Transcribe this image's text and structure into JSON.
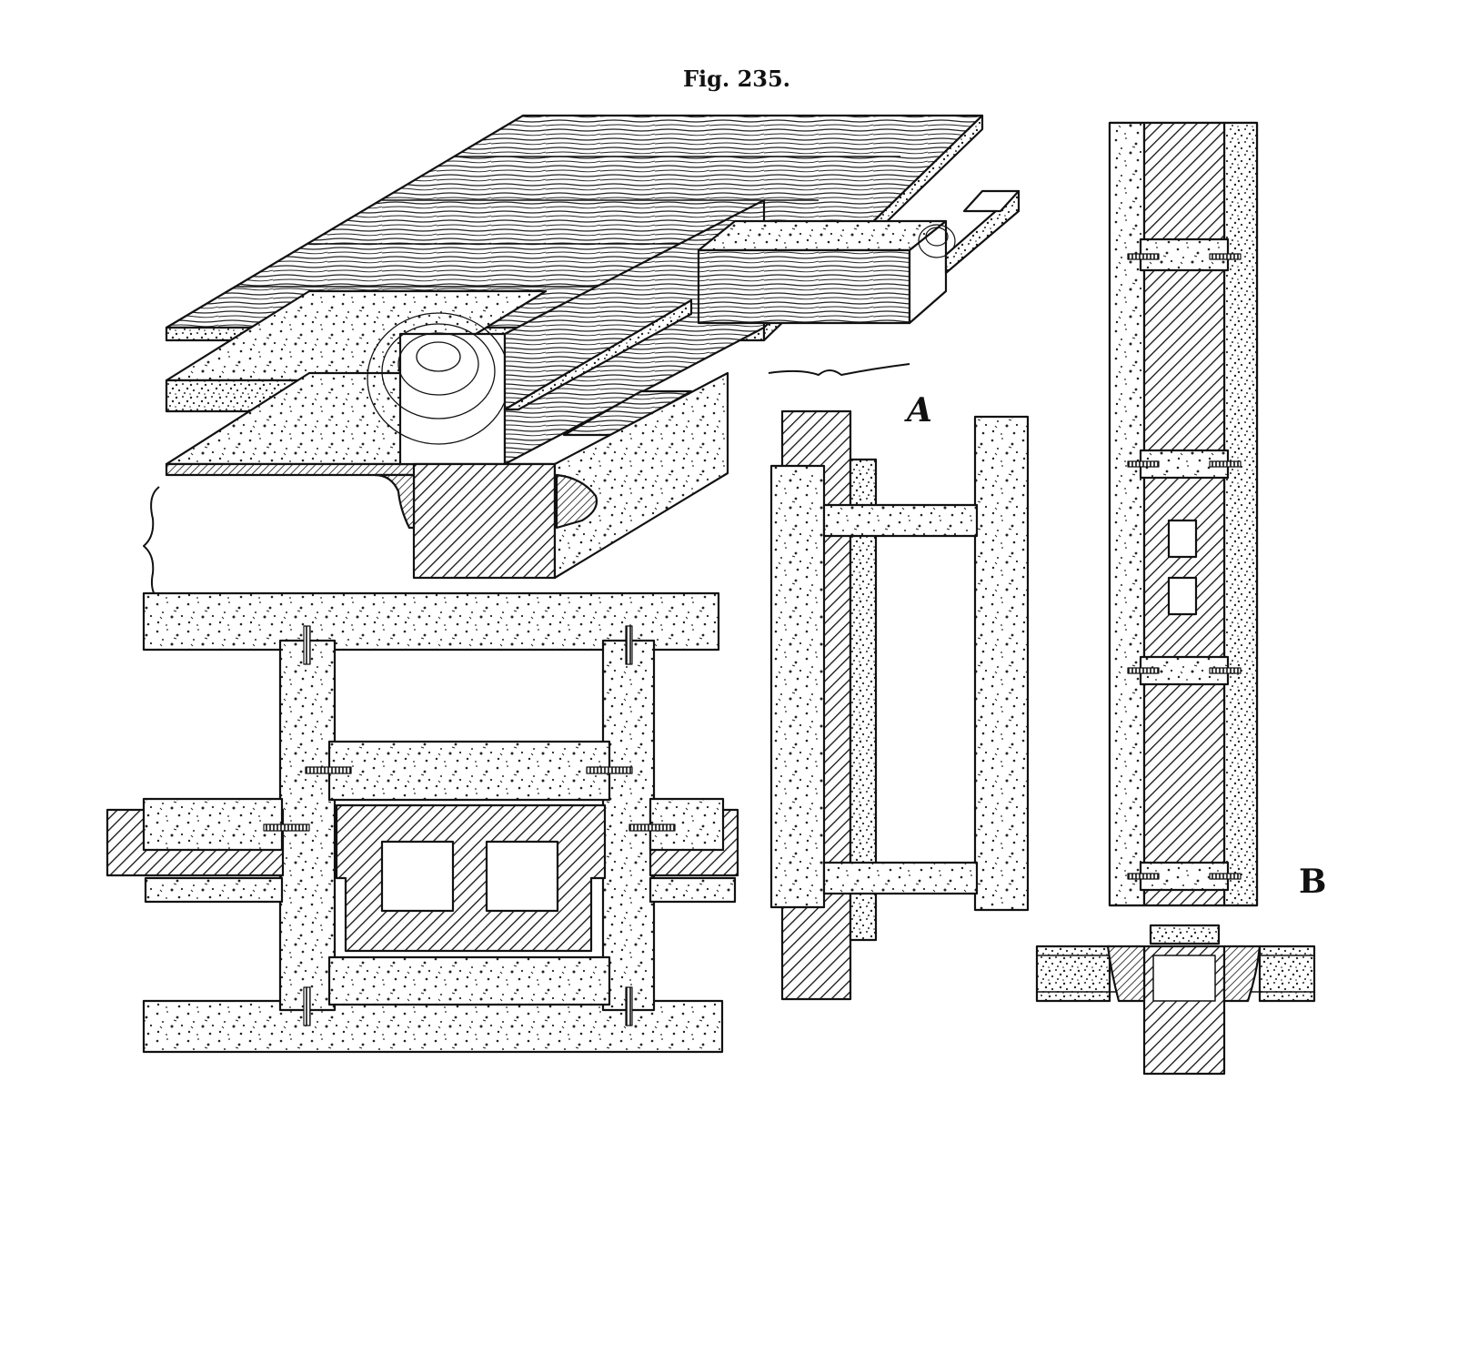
{
  "figure": {
    "title": "Fig. 235."
  },
  "labels": {
    "a": "A",
    "b": "B"
  },
  "colors": {
    "ink": "#111111",
    "paper": "#ffffff"
  }
}
